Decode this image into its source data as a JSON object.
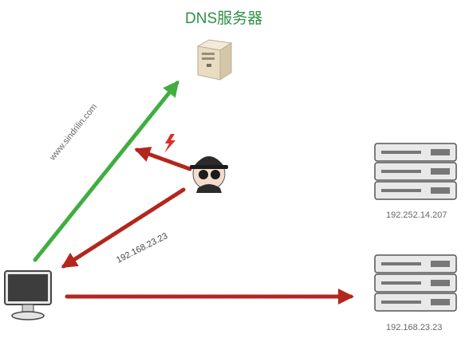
{
  "diagram": {
    "title": "DNS服务器",
    "domain_label": "www.sindrilin.com",
    "spoofed_ip_label": "192.168.23.23",
    "server_top_ip": "192.252.14.207",
    "server_bottom_ip": "192.168.23.23"
  },
  "colors": {
    "green_arrow": "#3fae3f",
    "red_arrow": "#b3261e",
    "title_green": "#2f8f46",
    "server_body": "#e9e9e9",
    "server_lights": "#777777"
  },
  "icons": {
    "dns_server": "tower-server-icon",
    "hacker": "hacker-icon",
    "spark": "lightning-icon",
    "client": "monitor-icon",
    "server": "rack-server-icon"
  }
}
